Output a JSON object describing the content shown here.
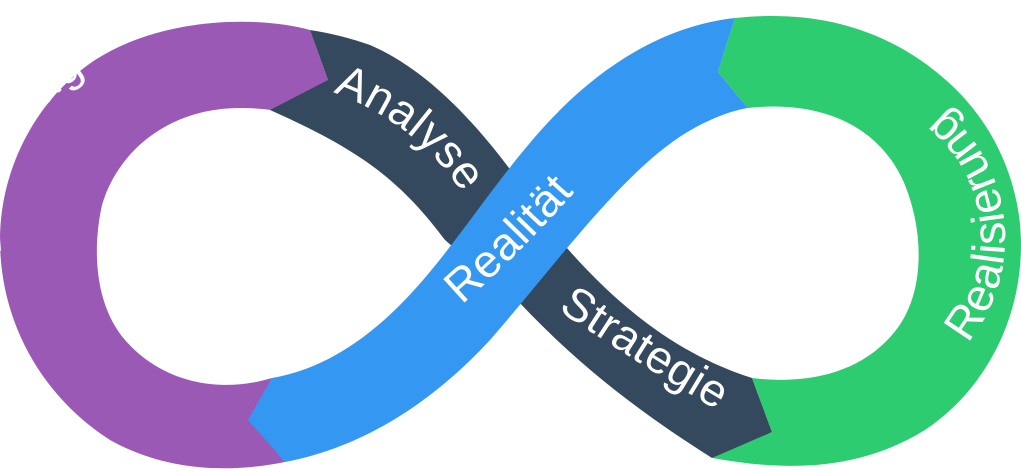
{
  "labels": {
    "ermittlung": "Ermittlung",
    "analyse": "Analyse",
    "realitaet": "Realität",
    "strategie": "Strategie",
    "realisierung": "Realisierung"
  },
  "colors": {
    "ermittlung": "#9b59b6",
    "dark": "#34495e",
    "realitaet": "#3498f3",
    "realisierung": "#2ecc71",
    "background": "#ffffff"
  }
}
